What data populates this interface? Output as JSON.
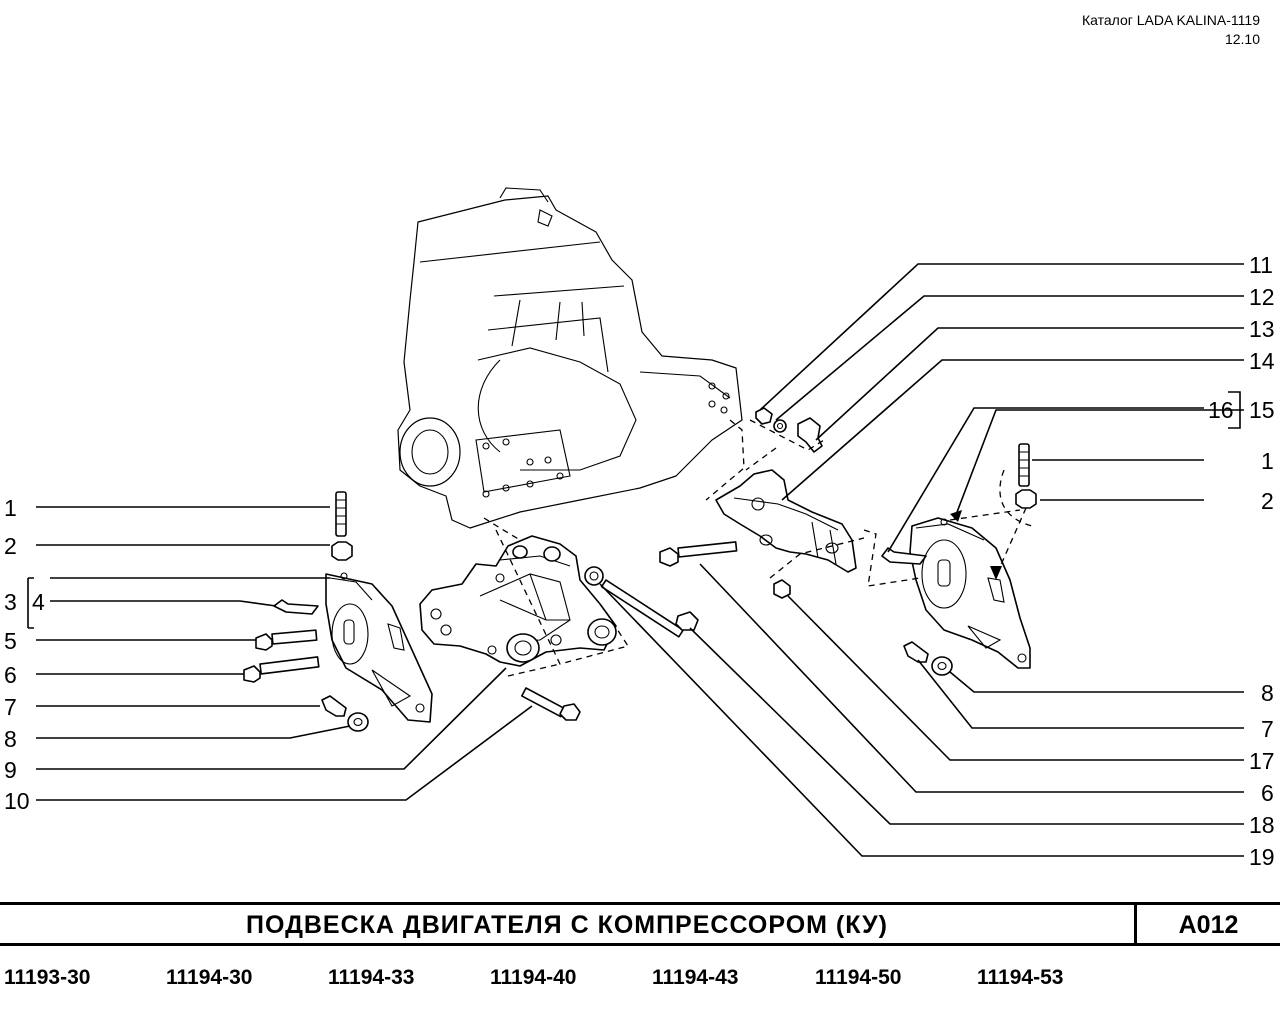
{
  "header": {
    "catalog": "Каталог LADA KALINA-1119",
    "code": "12.10"
  },
  "title": {
    "text": "ПОДВЕСКА ДВИГАТЕЛЯ С КОМПРЕССОРОМ (КУ)",
    "code": "A012"
  },
  "models": [
    "11193-30",
    "11194-30",
    "11194-33",
    "11194-40",
    "11194-43",
    "11194-50",
    "11194-53"
  ],
  "callouts": {
    "left": [
      "1",
      "2",
      "3",
      "4",
      "5",
      "6",
      "7",
      "8",
      "9",
      "10"
    ],
    "right": [
      "11",
      "12",
      "13",
      "14",
      "16",
      "15",
      "1",
      "2",
      "8",
      "7",
      "17",
      "6",
      "18",
      "19"
    ]
  }
}
